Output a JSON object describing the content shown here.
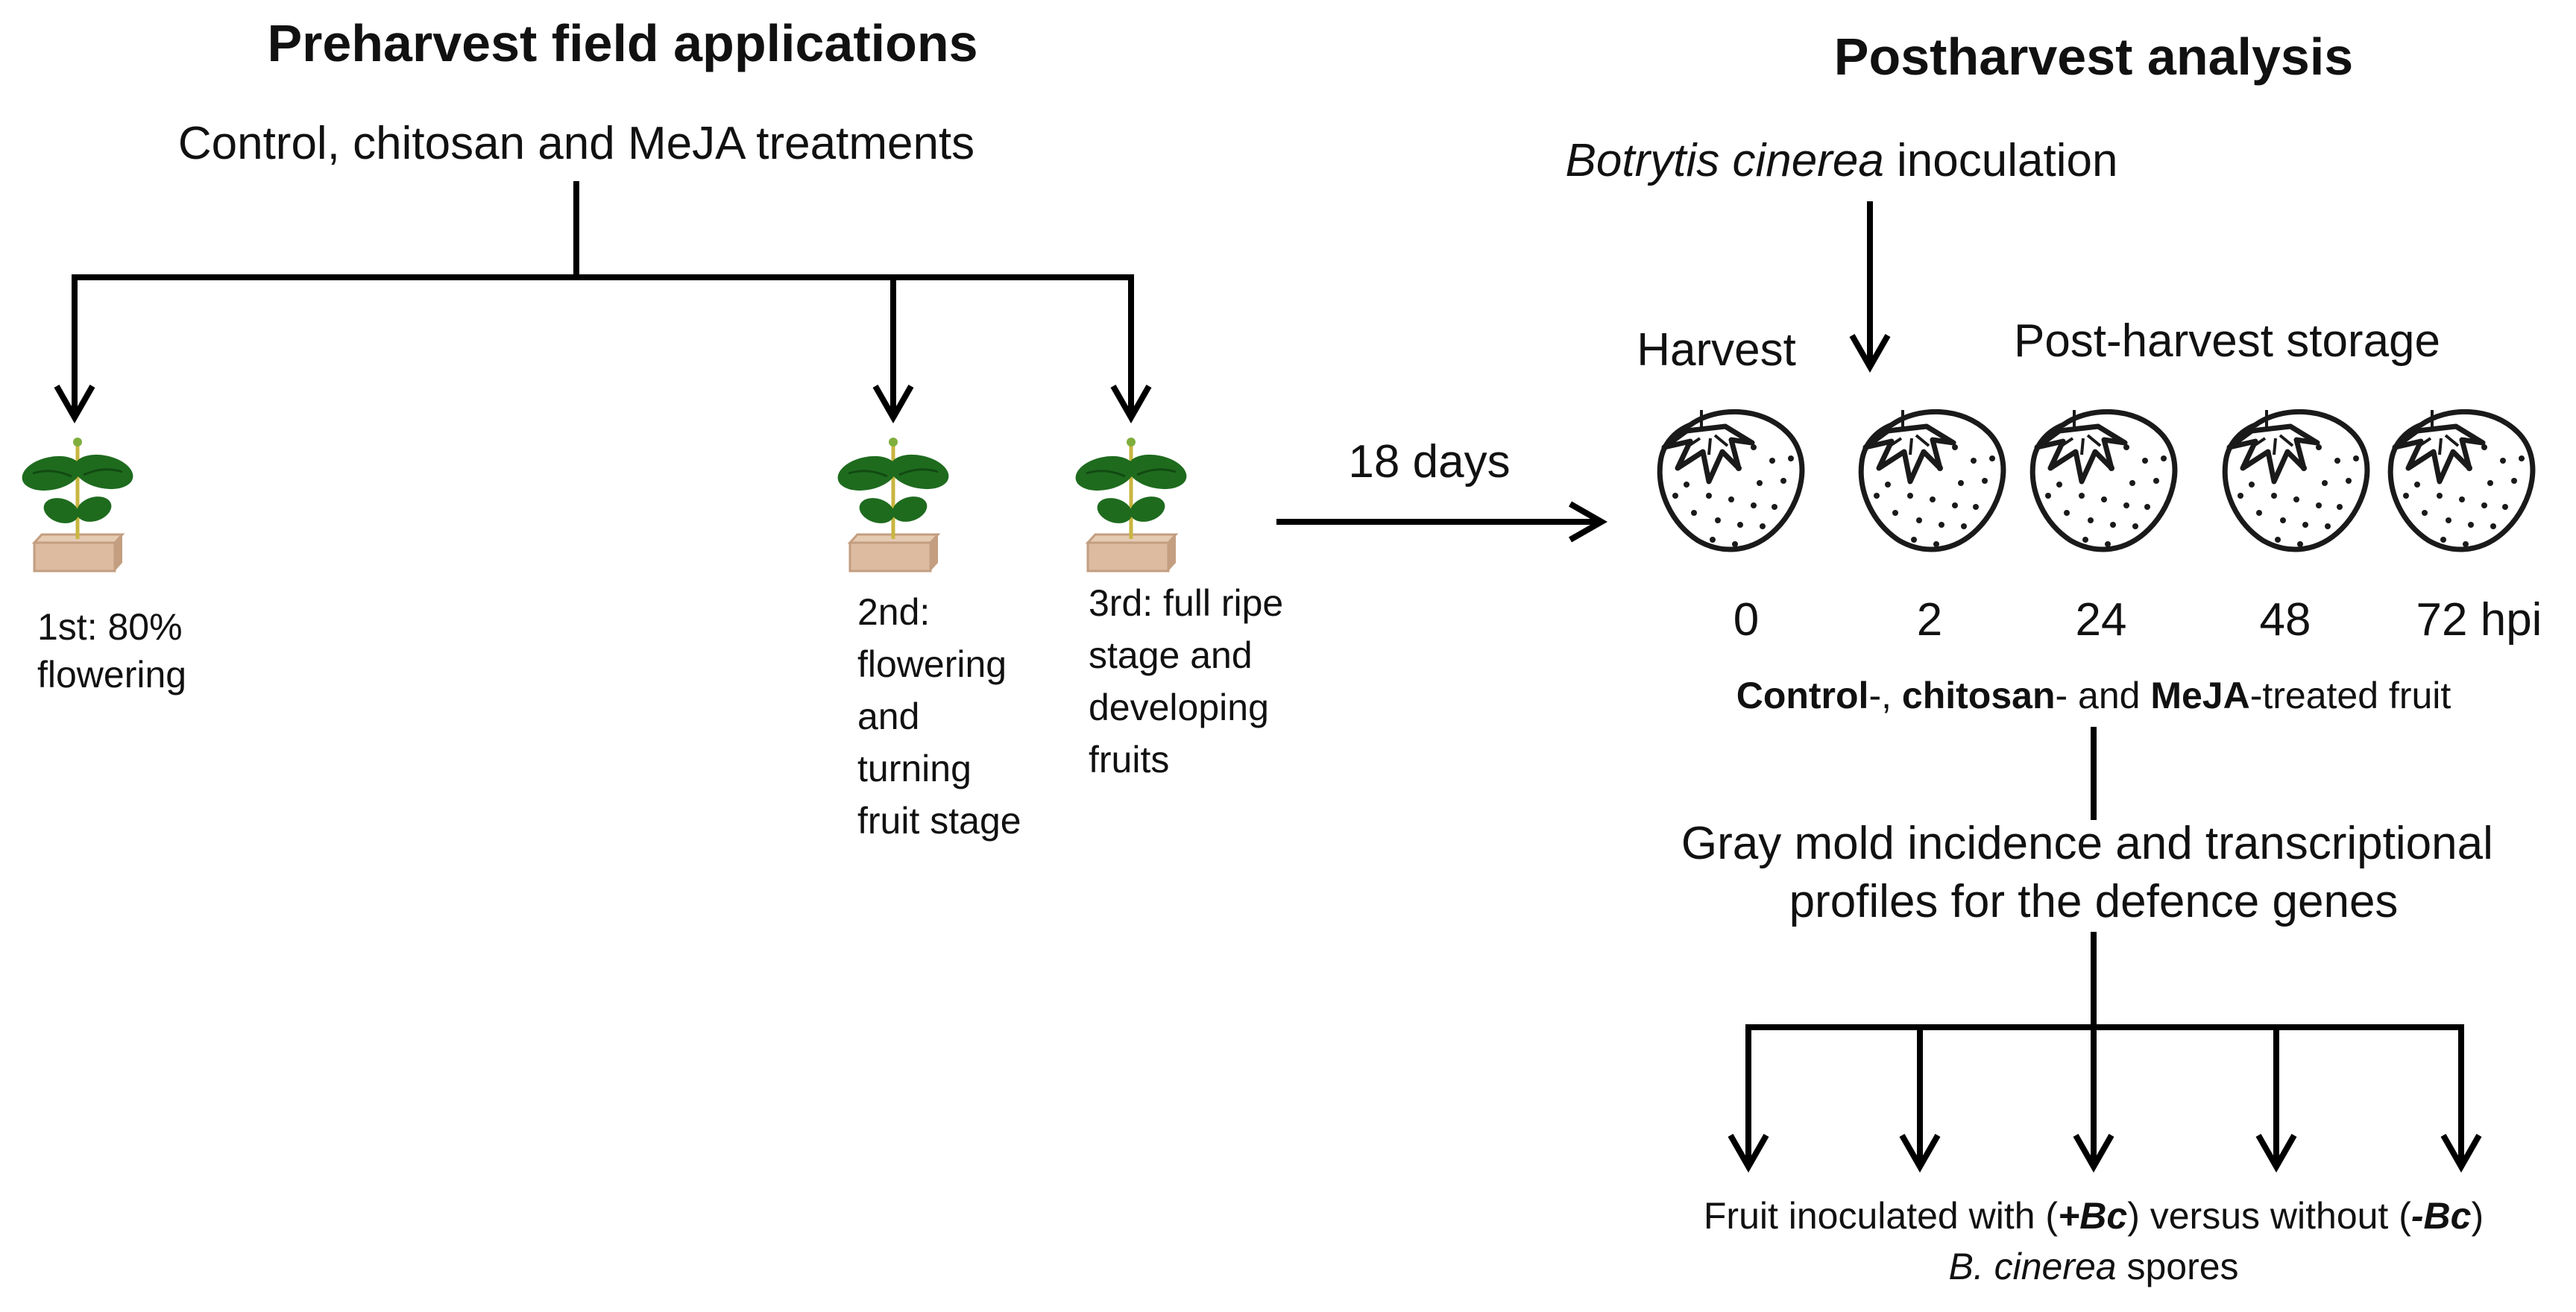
{
  "preharvest": {
    "title": "Preharvest field applications",
    "treatments": "Control, chitosan and MeJA treatments",
    "stage1": [
      "1st: 80%",
      "flowering"
    ],
    "stage2": [
      "2nd:",
      "flowering",
      "and",
      "turning",
      "fruit stage"
    ],
    "stage3": [
      "3rd: full ripe",
      "stage and",
      "developing",
      "fruits"
    ]
  },
  "transition": {
    "label": "18 days"
  },
  "postharvest": {
    "title": "Postharvest analysis",
    "inoculation_italic": "Botrytis cinerea",
    "inoculation_rest": " inoculation",
    "harvest": "Harvest",
    "storage": "Post-harvest storage",
    "timepoints": [
      "0",
      "2",
      "24",
      "48",
      "72 hpi"
    ],
    "fruit_treated": {
      "control": "Control",
      "sep1": "-, ",
      "chitosan": "chitosan",
      "sep2": "- and ",
      "meja": "MeJA",
      "rest": "-treated fruit"
    },
    "analysis": [
      "Gray mold incidence and transcriptional",
      "profiles for the defence genes"
    ],
    "outcome": {
      "part1": "Fruit inoculated with (",
      "plus_bc": "+Bc",
      "part2": ") versus without (",
      "minus_bc": "-Bc",
      "part3": ")",
      "line2_italic": "B. cinerea",
      "line2_rest": " spores"
    }
  },
  "icons": {
    "plant": "seedling-icon",
    "fruit": "strawberry-icon"
  },
  "colors": {
    "leaf": "#1e6b1e",
    "leaf_dark": "#124a12",
    "stem": "#c9b640",
    "pot": "#dcbba0",
    "pot_dark": "#c39e80",
    "line": "#000000"
  }
}
